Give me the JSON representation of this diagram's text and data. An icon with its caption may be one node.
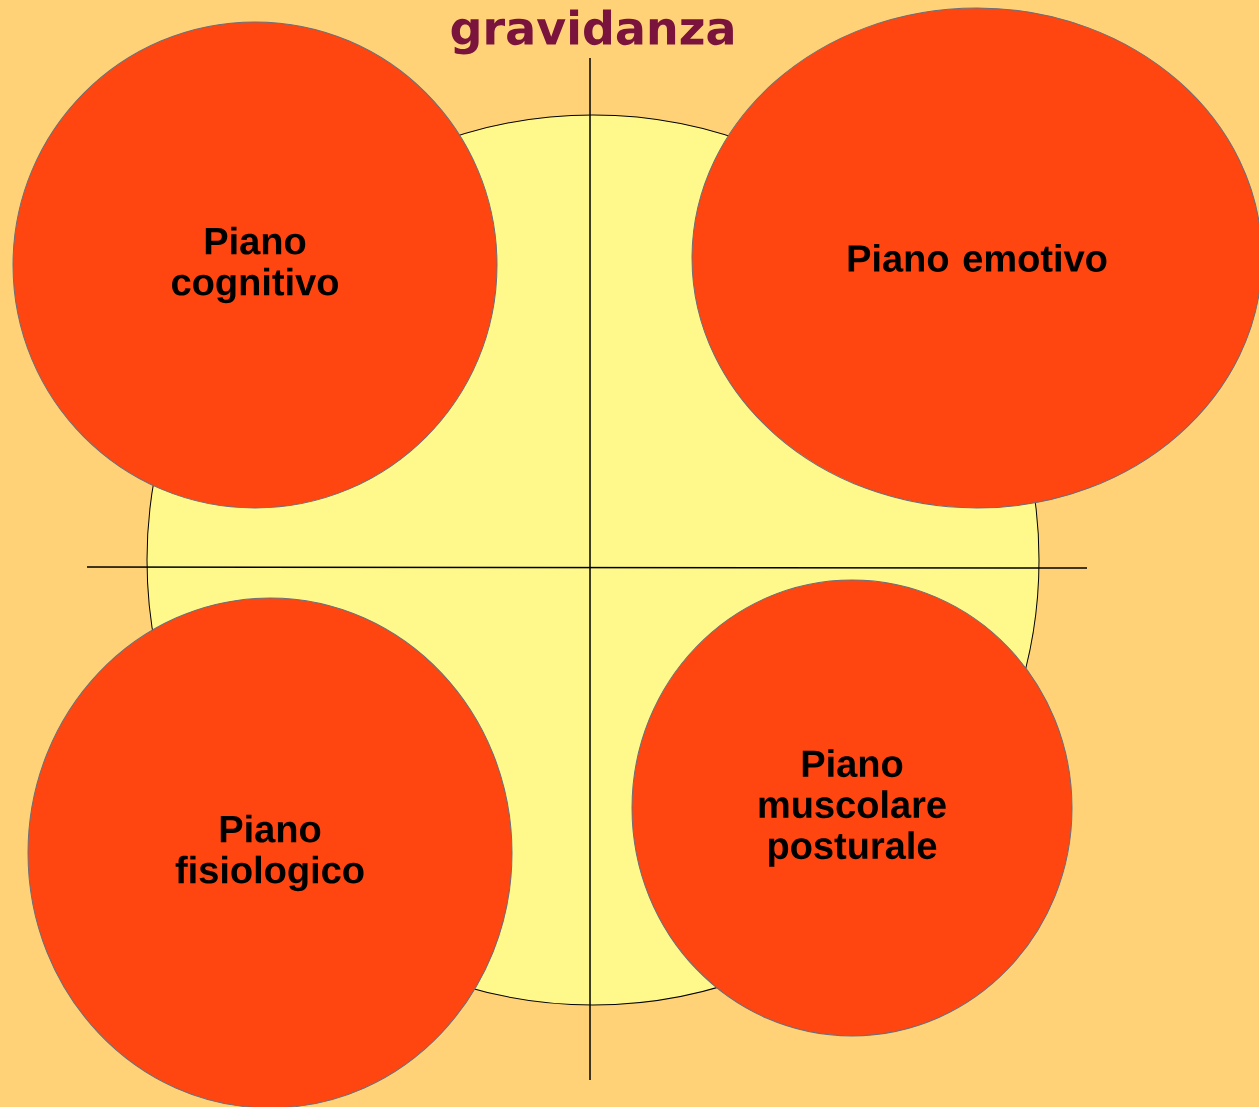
{
  "diagram": {
    "title": "gravidanza",
    "nodes": [
      {
        "text": [],
        "shape": "circle"
      },
      {
        "text": [
          "Piano cognitivo"
        ]
      },
      {
        "text": [
          "Piano emotivo"
        ]
      },
      {
        "text": [
          "Piano fisiologico"
        ]
      },
      {
        "text": [
          "Piano muscolare posturale"
        ]
      }
    ],
    "edges": []
  }
}
